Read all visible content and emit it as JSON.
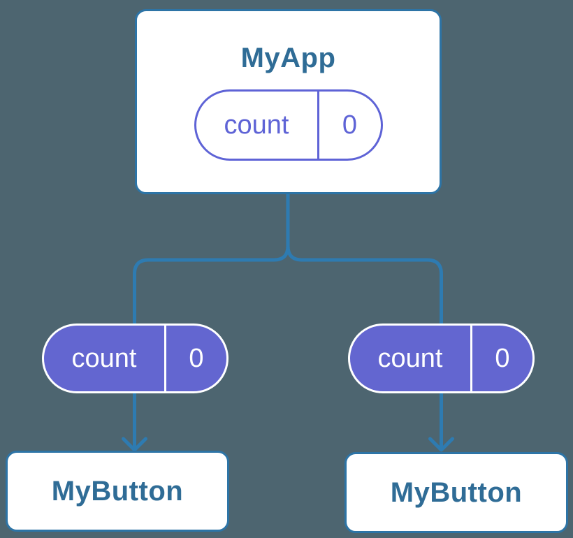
{
  "app": {
    "title": "MyApp",
    "state_name": "count",
    "state_value": "0"
  },
  "left_button": {
    "title": "MyButton",
    "prop_name": "count",
    "prop_value": "0"
  },
  "right_button": {
    "title": "MyButton",
    "prop_name": "count",
    "prop_value": "0"
  },
  "colors": {
    "background": "#4d6570",
    "connector_blue": "#2e7bb1",
    "card_border_blue": "#2d74a6",
    "title_blue": "#2f6c96",
    "state_purple": "#5e63d6",
    "prop_pill_purple": "#6366d0",
    "card_white": "#ffffff"
  }
}
